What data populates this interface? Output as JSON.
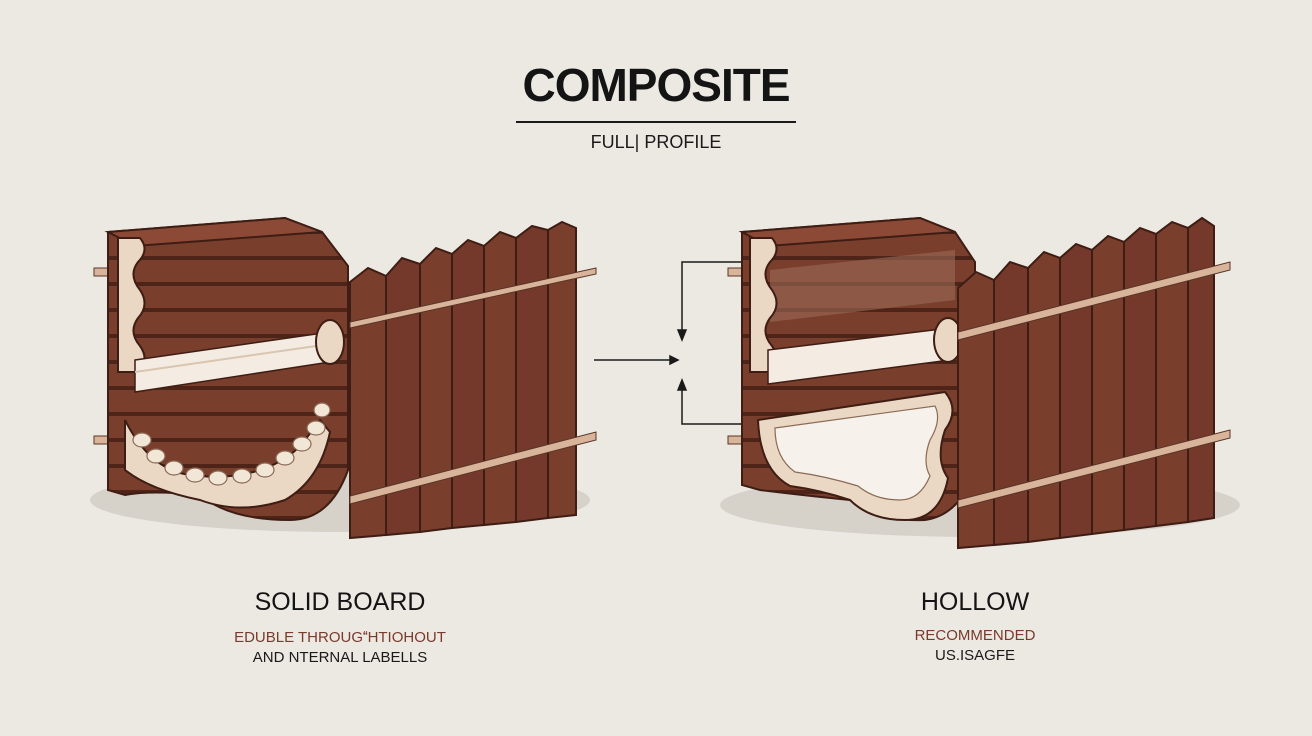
{
  "header": {
    "title": "COMPOSITE",
    "subtitle": "FULL| PROFILE"
  },
  "panels": {
    "solid": {
      "title": "SOLID BOARD",
      "desc_line1": "EDUBLE THROUGHTIOHOUT",
      "desc_line2": "AND NTERNAL LABELLS"
    },
    "hollow": {
      "title": "HOLLOW",
      "desc_line1": "RECOMMENDED",
      "desc_line2": "US.ISAGFE"
    }
  },
  "colors": {
    "background": "#ece9e3",
    "wood_dark": "#6b3426",
    "wood_mid": "#7e4230",
    "core_cream": "#ead8c4",
    "rail_tan": "#d7b49a",
    "accent_text": "#7a3a2c",
    "ink": "#141414"
  }
}
